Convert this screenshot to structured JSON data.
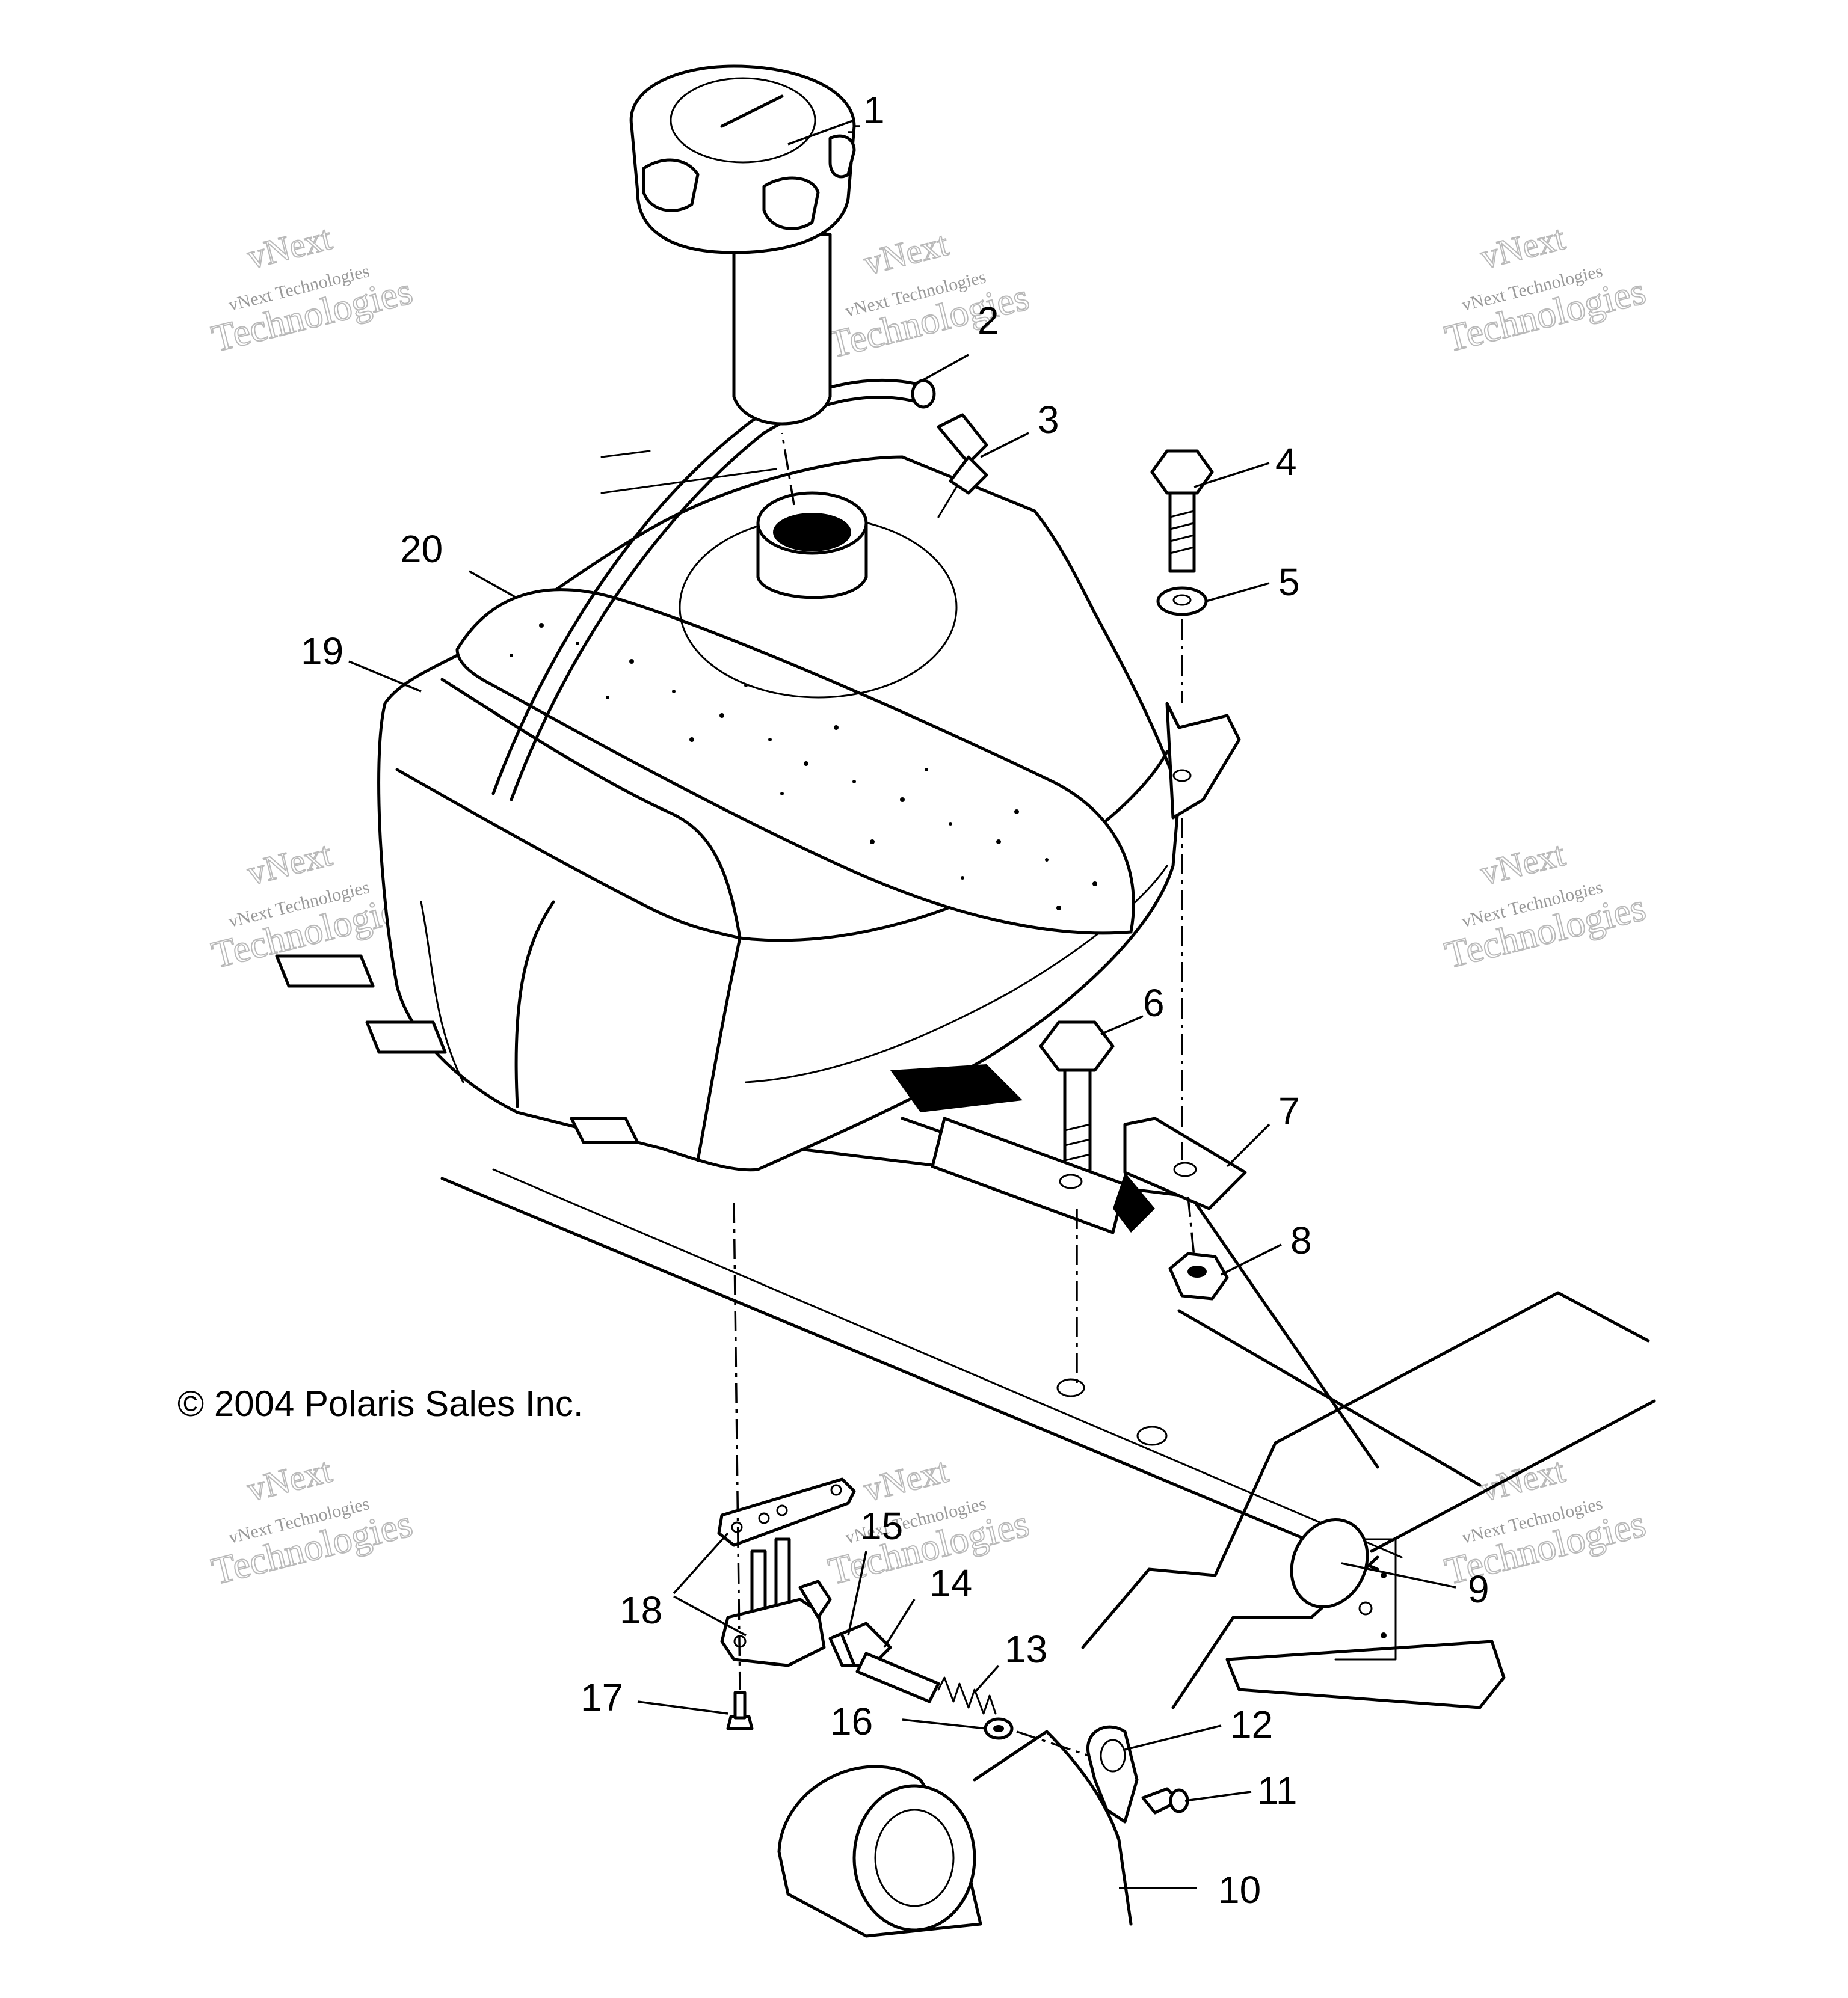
{
  "copyright": "© 2004 Polaris Sales Inc.",
  "watermark": {
    "line1": "vNext",
    "line2": "vNext Technologies",
    "line3": "Technologies"
  },
  "callouts": [
    "1",
    "2",
    "3",
    "4",
    "5",
    "6",
    "7",
    "8",
    "9",
    "10",
    "11",
    "12",
    "13",
    "14",
    "15",
    "16",
    "17",
    "18",
    "19",
    "20"
  ]
}
